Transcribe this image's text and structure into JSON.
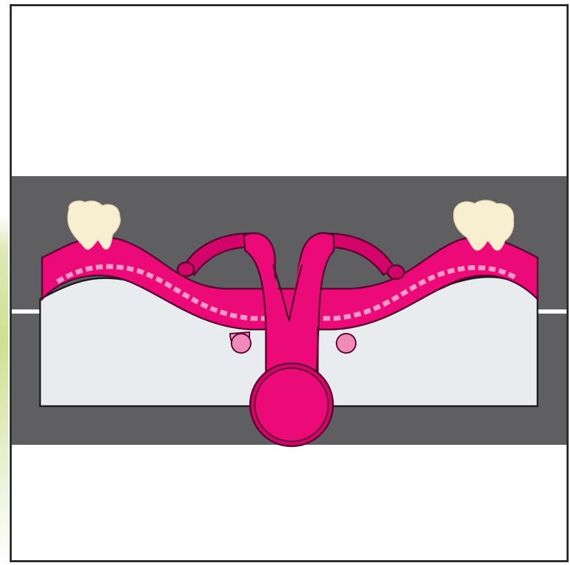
{
  "diagram": {
    "colors": {
      "frame": "#2b2b2b",
      "band": "#5f5f61",
      "chamber": "#e9ecef",
      "tissue": "#ec0a78",
      "tissue_dark": "#c40062",
      "tissue_light": "#f59ac6",
      "guideline": "#ffffff",
      "teeth": "#f8efd0",
      "edge_tint": "#cfe08f"
    },
    "parts": [
      "dark-band",
      "guideline",
      "light-chamber",
      "tissue-band",
      "left-tooth",
      "right-tooth",
      "left-arch",
      "right-arch",
      "left-nub",
      "right-nub",
      "left-stem",
      "right-stem",
      "bulb"
    ]
  }
}
